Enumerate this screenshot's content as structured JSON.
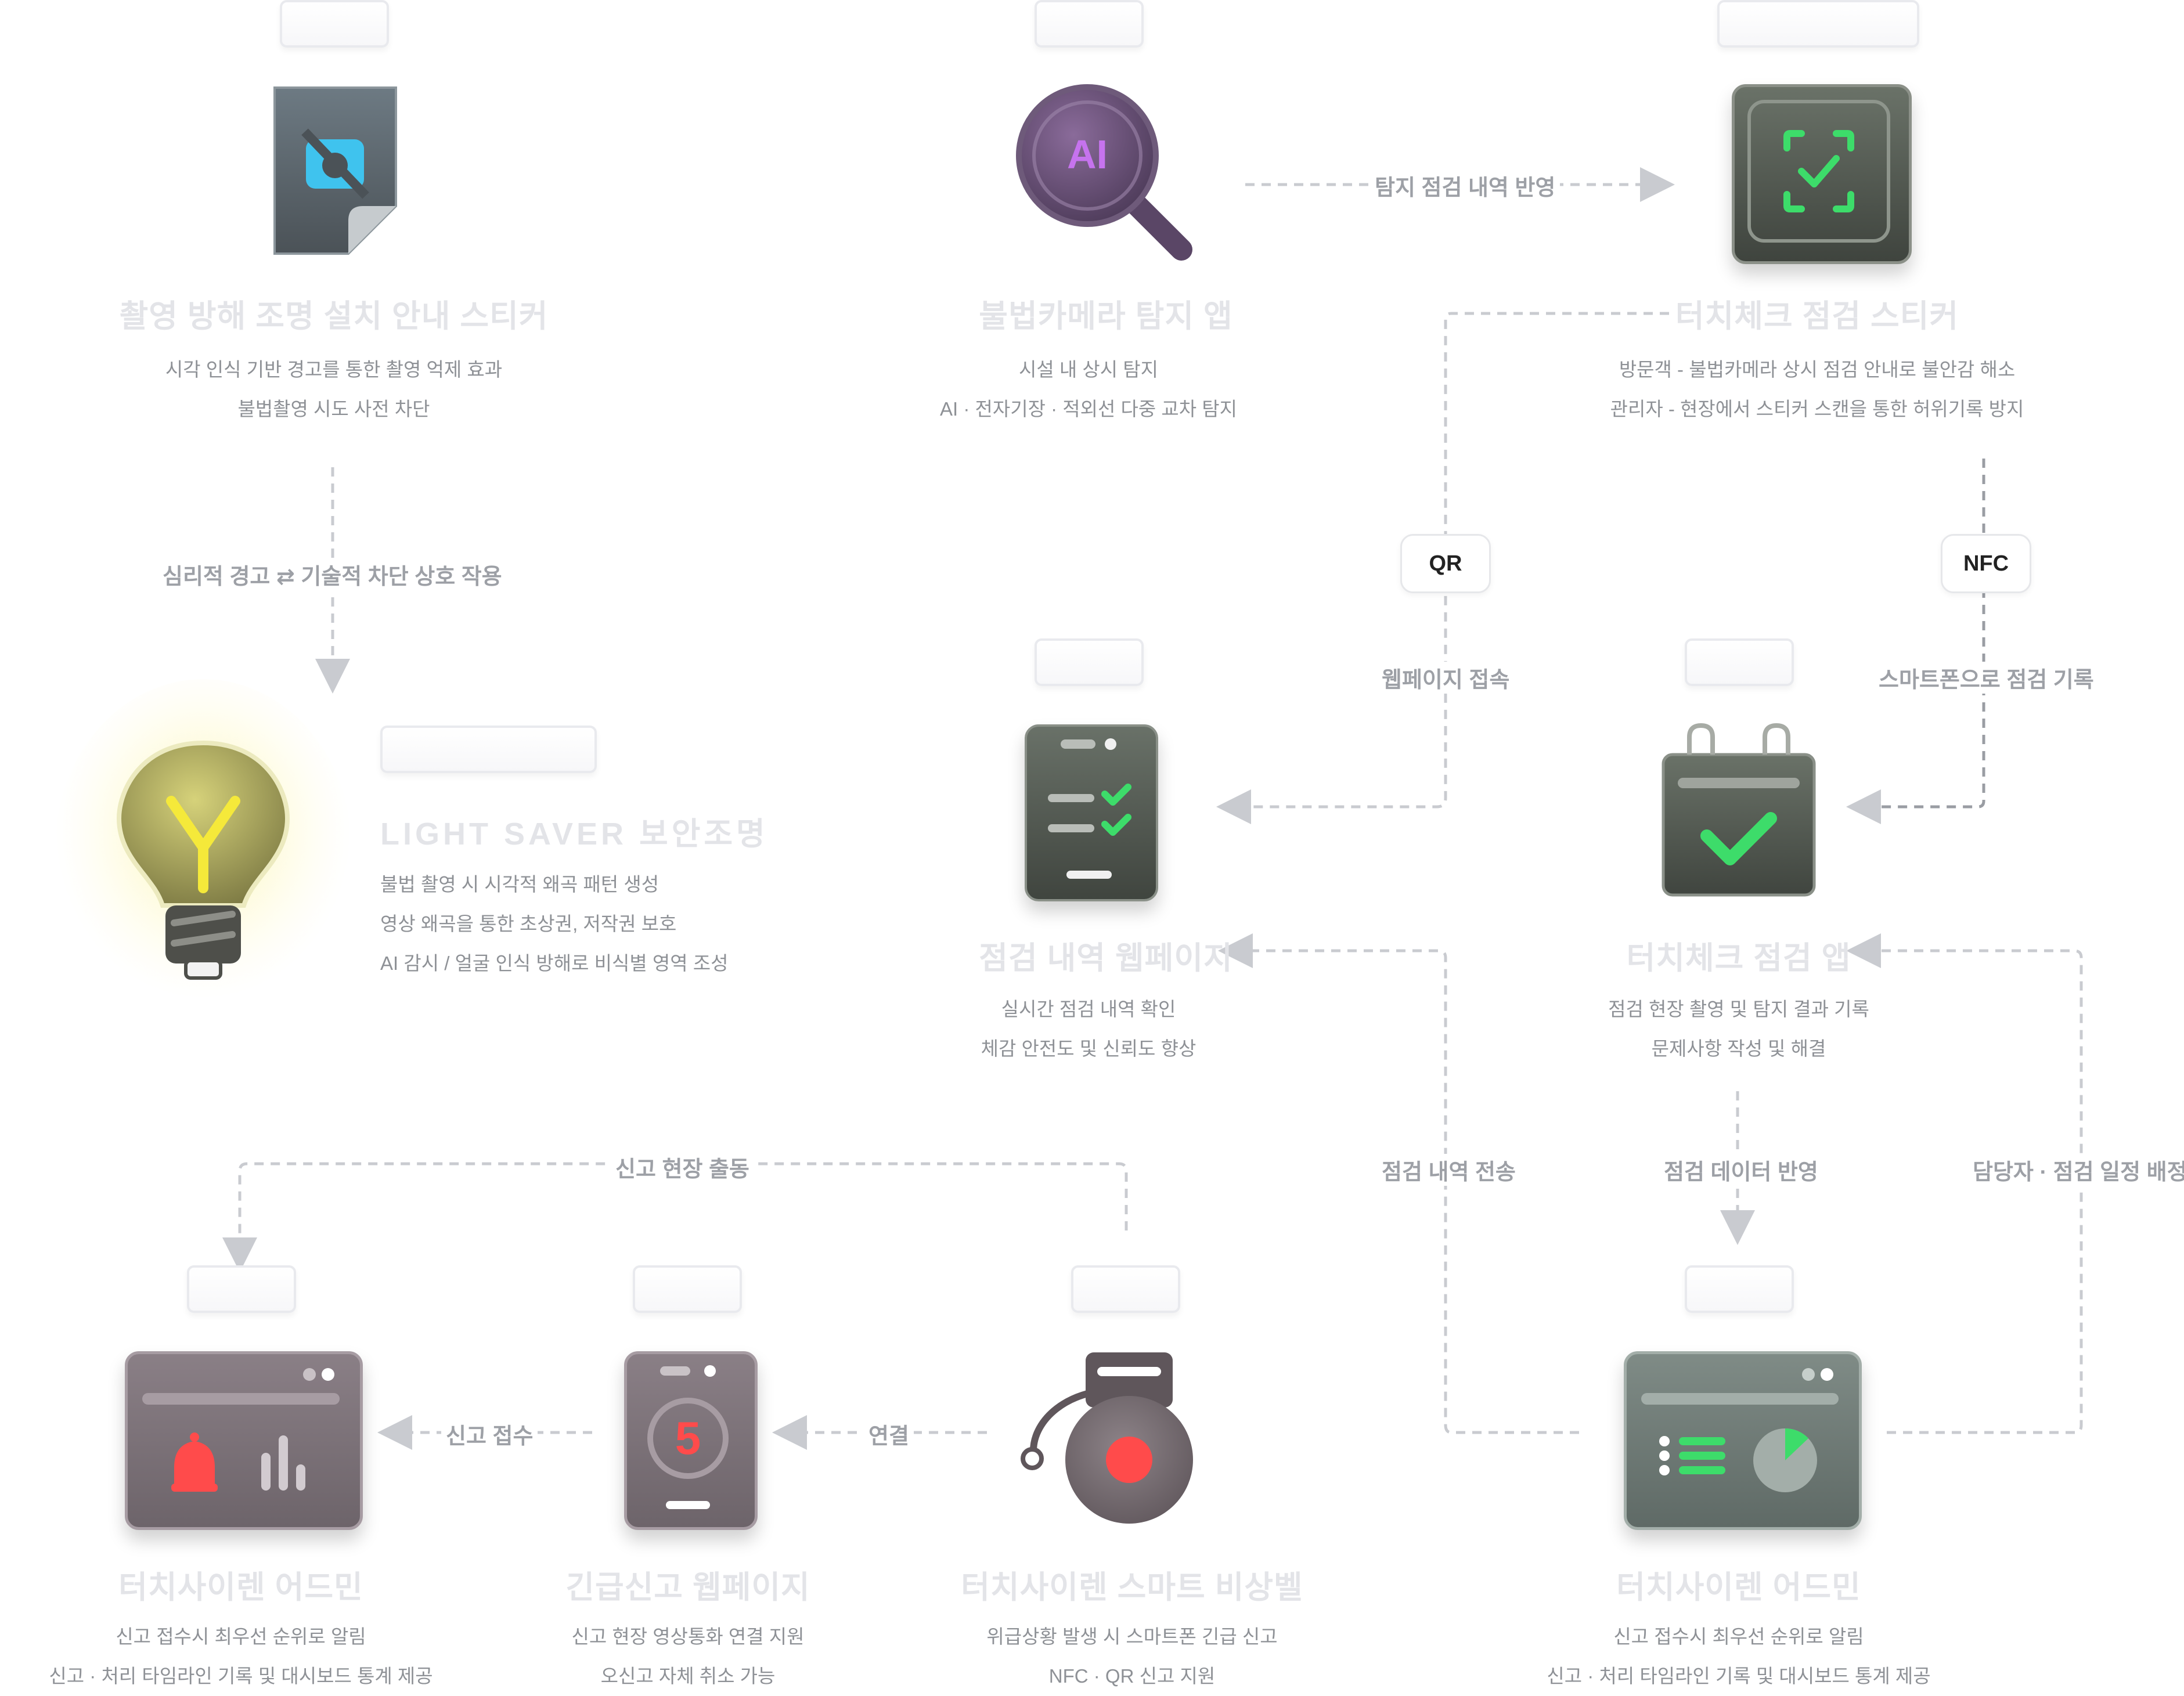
{
  "nodes": {
    "sticker_anti_shoot": {
      "title": "촬영 방해 조명 설치 안내 스티커",
      "desc1": "시각 인식 기반 경고를 통한 촬영 억제 효과",
      "desc2": "불법촬영 시도 사전 차단"
    },
    "detect_app": {
      "title": "불법카메라 탐지 앱",
      "desc1": "시설 내 상시 탐지",
      "desc2": "AI · 전자기장 · 적외선 다중 교차 탐지"
    },
    "inspection_sticker": {
      "title": "터치체크 점검 스티커",
      "desc1": "방문객 - 불법카메라 상시 점검 안내로 불안감 해소",
      "desc2": "관리자 - 현장에서 스티커 스캔을 통한 허위기록 방지"
    },
    "light_saver": {
      "title": "LIGHT SAVER 보안조명",
      "desc1": "불법 촬영 시 시각적 왜곡 패턴 생성",
      "desc2": "영상 왜곡을 통한 초상권, 저작권 보호",
      "desc3": "AI 감시 / 얼굴 인식 방해로 비식별 영역 조성"
    },
    "history_web": {
      "title": "점검 내역 웹페이지",
      "desc1": "실시간 점검 내역 확인",
      "desc2": "체감 안전도 및 신뢰도 향상"
    },
    "inspection_app": {
      "title": "터치체크 점검 앱",
      "desc1": "점검 현장 촬영 및 탐지 결과 기록",
      "desc2": "문제사항 작성 및 해결"
    },
    "admin_left": {
      "title": "터치사이렌 어드민",
      "desc1": "신고 접수시 최우선 순위로 알림",
      "desc2": "신고 · 처리 타임라인 기록 및 대시보드 통계 제공"
    },
    "emergency_web": {
      "title": "긴급신고 웹페이지",
      "desc1": "신고 현장 영상통화 연결 지원",
      "desc2": "오신고 자체 취소 가능"
    },
    "smart_bell": {
      "title": "터치사이렌 스마트 비상벨",
      "desc1": "위급상황 발생 시 스마트폰 긴급 신고",
      "desc2": "NFC · QR 신고 지원"
    },
    "admin_right": {
      "title": "터치사이렌 어드민",
      "desc1": "신고 접수시 최우선 순위로 알림",
      "desc2": "신고 · 처리 타임라인 기록 및 대시보드 통계 제공"
    }
  },
  "icons": {
    "ai_badge": "AI",
    "phone_digit": "5"
  },
  "edges": {
    "detect_reflect": "탐지 점검 내역 반영",
    "mutual": "심리적 경고 ⇄ 기술적 차단 상호 작용",
    "qr": "QR",
    "nfc": "NFC",
    "web_access": "웹페이지 접속",
    "smartphone_record": "스마트폰으로 점검 기록",
    "history_send": "점검 내역 전송",
    "data_reflect": "점검 데이터 반영",
    "schedule": "담당자 · 점검 일정 배정",
    "dispatch": "신고 현장 출동",
    "receive": "신고 접수",
    "connect": "연결"
  },
  "colors": {
    "connector": "#c9cbd0",
    "title_faded": "#e3e4e8",
    "desc_text": "#8e9196",
    "edge_label": "#9da0a6",
    "accent_green": "#3ddc6a",
    "accent_red": "#ff4b4b",
    "accent_blue": "#3fc3ee",
    "accent_purple": "#c673ee",
    "accent_yellow": "#f5e93a"
  }
}
